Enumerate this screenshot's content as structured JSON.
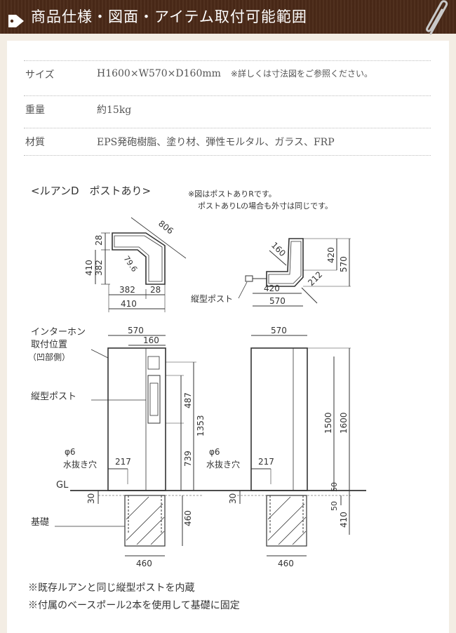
{
  "header": {
    "title": "商品仕様・図面・アイテム取付可能範囲"
  },
  "specs": [
    {
      "label": "サイズ",
      "value": "H1600×W570×D160mm",
      "note": "※詳しくは寸法図をご参照ください。"
    },
    {
      "label": "重量",
      "value": "約15kg",
      "note": ""
    },
    {
      "label": "材質",
      "value": "EPS発砲樹脂、塗り材、弾性モルタル、ガラス、FRP",
      "note": ""
    }
  ],
  "drawing": {
    "title": "<ルアンD　ポストあり>",
    "note_line1": "※図はポストありRです。",
    "note_line2": "ポストありLの場合も外寸は同じです。",
    "labels": {
      "intercom_1": "インターホン",
      "intercom_2": "取付位置",
      "intercom_3": "（凹部側）",
      "post_side": "縦型ポスト",
      "post_top": "縦型ポスト",
      "drain_1": "φ6",
      "drain_2": "水抜き穴",
      "drain_r1": "φ6",
      "drain_r2": "水抜き穴",
      "gl": "GL",
      "foundation": "基礎"
    },
    "dims": {
      "top_l_diag": "806",
      "top_l_28a": "28",
      "top_l_410": "410",
      "top_l_382": "382",
      "top_l_796": "79.6",
      "top_l_b382": "382",
      "top_l_b28": "28",
      "top_l_b410": "410",
      "top_r_160": "160",
      "top_r_420v": "420",
      "top_r_570v": "570",
      "top_r_420h": "420",
      "top_r_212": "212",
      "top_r_570h": "570",
      "f_570": "570",
      "f_160": "160",
      "f_487": "487",
      "f_1353": "1353",
      "f_739": "739",
      "f_217": "217",
      "f_30": "30",
      "f_460v": "460",
      "f_460h": "460",
      "s_570": "570",
      "s_1500": "1500",
      "s_1600": "1600",
      "s_217": "217",
      "s_30": "30",
      "s_50a": "50",
      "s_50b": "50",
      "s_410": "410",
      "s_460h": "460"
    }
  },
  "notes": [
    "※既存ルアンと同じ縦型ポストを内蔵",
    "※付属のベースポール2本を使用して基礎に固定"
  ]
}
